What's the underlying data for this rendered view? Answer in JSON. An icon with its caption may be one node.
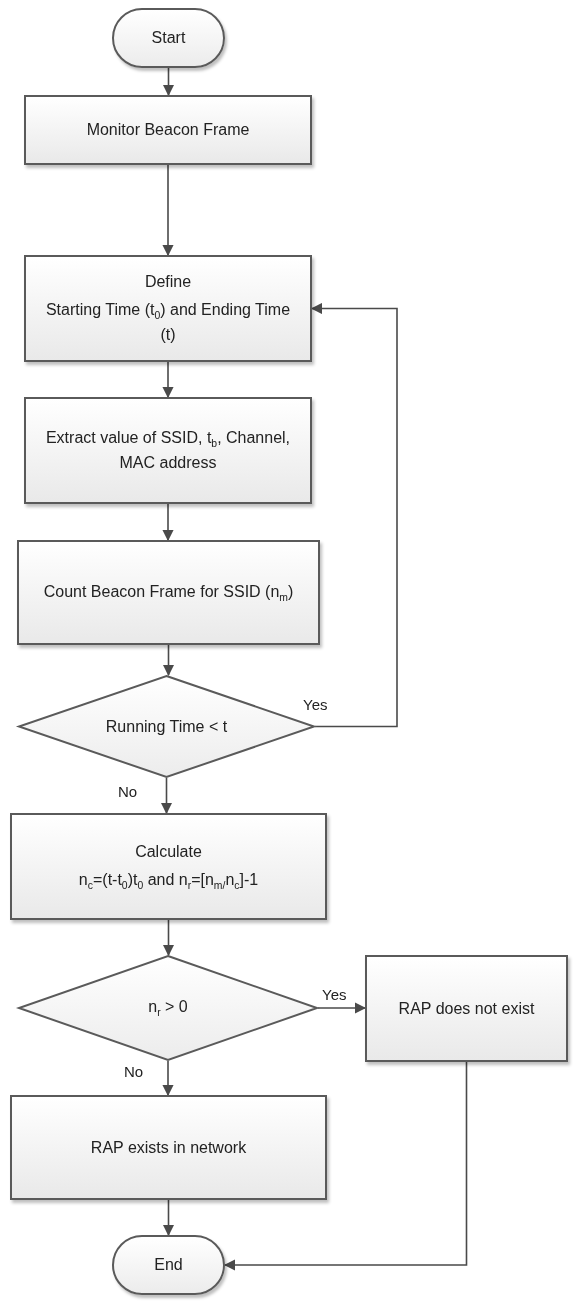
{
  "diagram": {
    "nodes": [
      {
        "text": [
          "Start"
        ]
      },
      {
        "text": [
          "Monitor Beacon Frame"
        ]
      },
      {
        "text": [
          "Define",
          "Starting Time (t$_{0}$) and Ending Time (t)"
        ]
      },
      {
        "text": [
          "Extract value of SSID, t$_{b}$, Channel, MAC address"
        ]
      },
      {
        "text": [
          "Count Beacon Frame for SSID (n$_{m}$)"
        ]
      },
      {
        "text": [
          "Running Time < t"
        ]
      },
      {
        "text": [
          "Calculate",
          "n$_{c}$=(t-t$_{0}$)t$_{0}$ and n$_{r}$=[n$_{m/}$n$_{c}$]-1"
        ]
      },
      {
        "text": [
          "n$_{r}$ > 0"
        ]
      },
      {
        "text": [
          "RAP does not exist"
        ]
      },
      {
        "text": [
          "RAP exists in network"
        ]
      },
      {
        "text": [
          "End"
        ]
      }
    ],
    "edges": [
      {
        "from": 0,
        "to": 1,
        "arrow": "to"
      },
      {
        "from": 1,
        "to": 2,
        "arrow": "to"
      },
      {
        "from": 2,
        "to": 3,
        "arrow": "to"
      },
      {
        "from": 3,
        "to": 4,
        "arrow": "to"
      },
      {
        "from": 4,
        "to": 5,
        "arrow": "to"
      },
      {
        "from": 5,
        "to": 2,
        "arrow": "to",
        "label": "Yes"
      },
      {
        "from": 5,
        "to": 6,
        "arrow": "to",
        "label": "No"
      },
      {
        "from": 6,
        "to": 7,
        "arrow": "to"
      },
      {
        "from": 7,
        "to": 8,
        "arrow": "to",
        "label": "Yes"
      },
      {
        "from": 7,
        "to": 9,
        "arrow": "to",
        "label": "No"
      },
      {
        "from": 9,
        "to": 10,
        "arrow": "to"
      },
      {
        "from": 8,
        "to": 10,
        "arrow": "to"
      }
    ]
  }
}
